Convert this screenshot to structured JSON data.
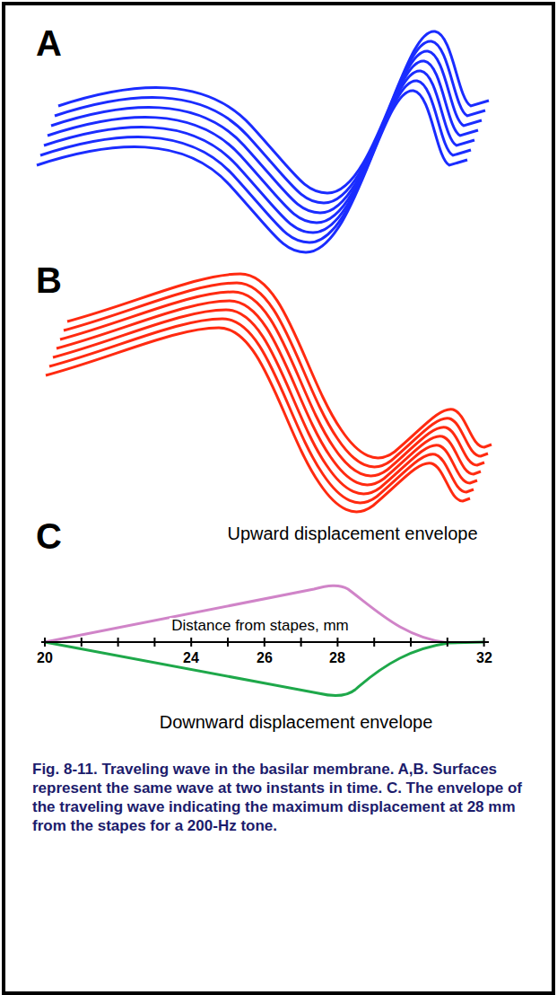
{
  "diagram": {
    "caption": "Fig. 8-11. Traveling wave in the basilar membrane. A,B. Surfaces represent the same wave at two instants in time. C. The envelope of the traveling wave indicating the maximum displacement at 28 mm from the stapes for a 200-Hz tone.",
    "labels": [
      "A",
      "B",
      "C",
      "Upward displacement envelope",
      "Distance from stapes, mm",
      "20",
      "24",
      "26",
      "28",
      "32",
      "Downward displacement envelope"
    ]
  }
}
